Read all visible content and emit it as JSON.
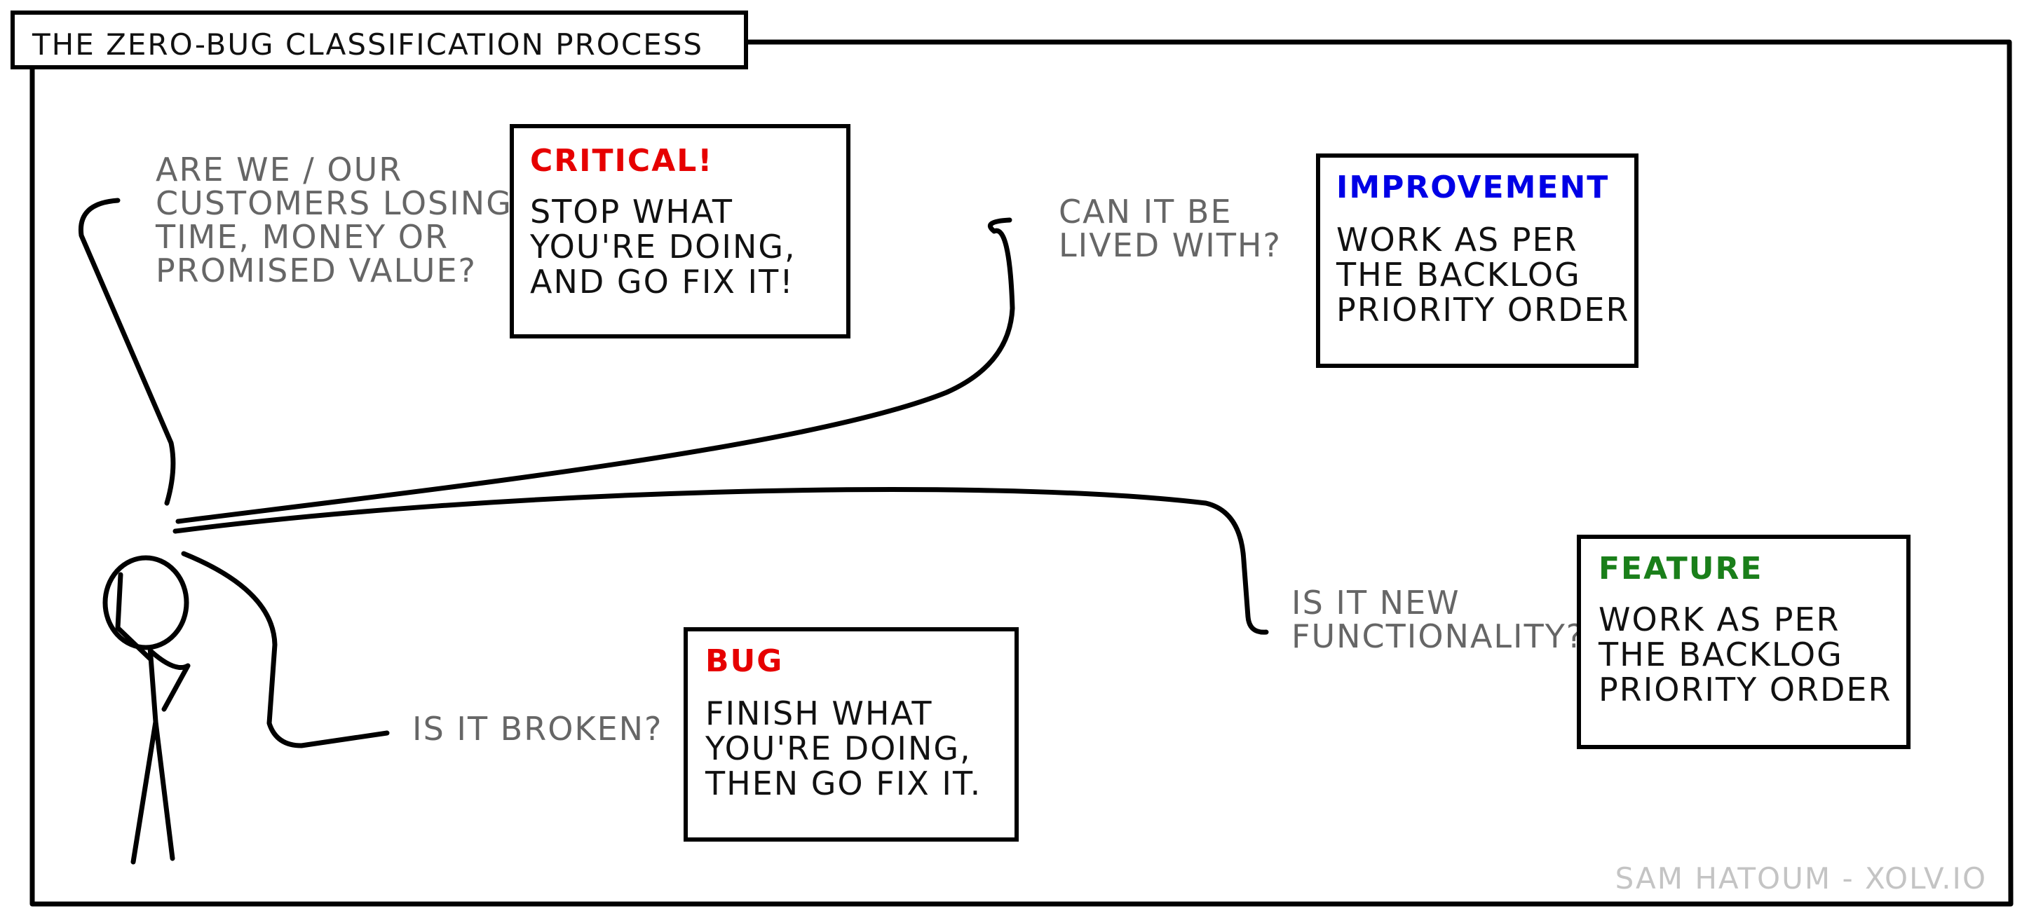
{
  "title": "THE ZERO-BUG CLASSIFICATION PROCESS",
  "credit": "SAM HATOUM - XOLV.IO",
  "colors": {
    "ink": "#000000",
    "question_gray": "#666666",
    "credit_gray": "#c4c4c4",
    "critical": "#e60000",
    "bug": "#e60000",
    "improvement": "#0000e6",
    "feature": "#1a7f1a"
  },
  "questions": {
    "losing_value": [
      "ARE WE / OUR",
      "CUSTOMERS LOSING",
      "TIME, MONEY OR",
      "PROMISED VALUE?"
    ],
    "lived_with": [
      "CAN IT BE",
      "LIVED WITH?"
    ],
    "broken": [
      "IS IT BROKEN?"
    ],
    "new_functionality": [
      "IS IT NEW",
      "FUNCTIONALITY?"
    ]
  },
  "boxes": {
    "critical": {
      "title": "CRITICAL!",
      "lines": [
        "STOP WHAT",
        "YOU'RE DOING,",
        "AND GO FIX IT!"
      ]
    },
    "improvement": {
      "title": "IMPROVEMENT",
      "lines": [
        "WORK AS PER",
        "THE BACKLOG",
        "PRIORITY ORDER"
      ]
    },
    "bug": {
      "title": "BUG",
      "lines": [
        "FINISH WHAT",
        "YOU'RE DOING,",
        "THEN GO FIX IT."
      ]
    },
    "feature": {
      "title": "FEATURE",
      "lines": [
        "WORK AS PER",
        "THE BACKLOG",
        "PRIORITY ORDER"
      ]
    }
  }
}
